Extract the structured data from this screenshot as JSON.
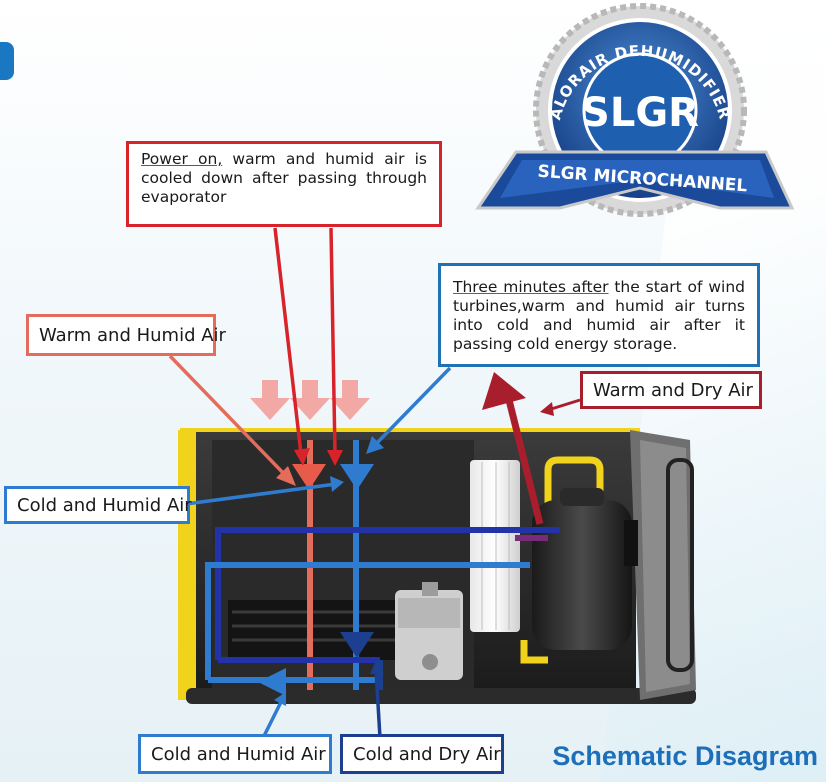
{
  "badge": {
    "main_text": "SLGR",
    "arc_text": "ALORAIR DEHUMIDIFIER",
    "ribbon_text": "SLGR MICROCHANNEL"
  },
  "callouts": {
    "power_on": {
      "highlight": "Power on,",
      "text": " warm and humid air is cooled down after passing through evaporator"
    },
    "three_minutes": {
      "highlight": "Three minutes after",
      "text": " the start of wind turbines,warm and humid air turns into cold and humid air after it passing cold energy storage."
    },
    "warm_humid_air": "Warm and Humid Air",
    "warm_dry_air": "Warm and Dry Air",
    "cold_humid_air_left": "Cold and Humid Air",
    "cold_humid_air_bottom": "Cold and Humid Air",
    "cold_dry_air": "Cold and Dry Air"
  },
  "footer": {
    "title": "Schematic Disagram"
  },
  "colors": {
    "power_on_red": "#d8232a",
    "warm_humid_salmon": "#e36c5a",
    "warm_dry_crimson": "#a91e2c",
    "cold_humid_blue": "#2f7bd0",
    "cold_dry_navy": "#1d3f8f",
    "title_blue": "#1c6fb8",
    "unit_yellow": "#f2d31b"
  }
}
